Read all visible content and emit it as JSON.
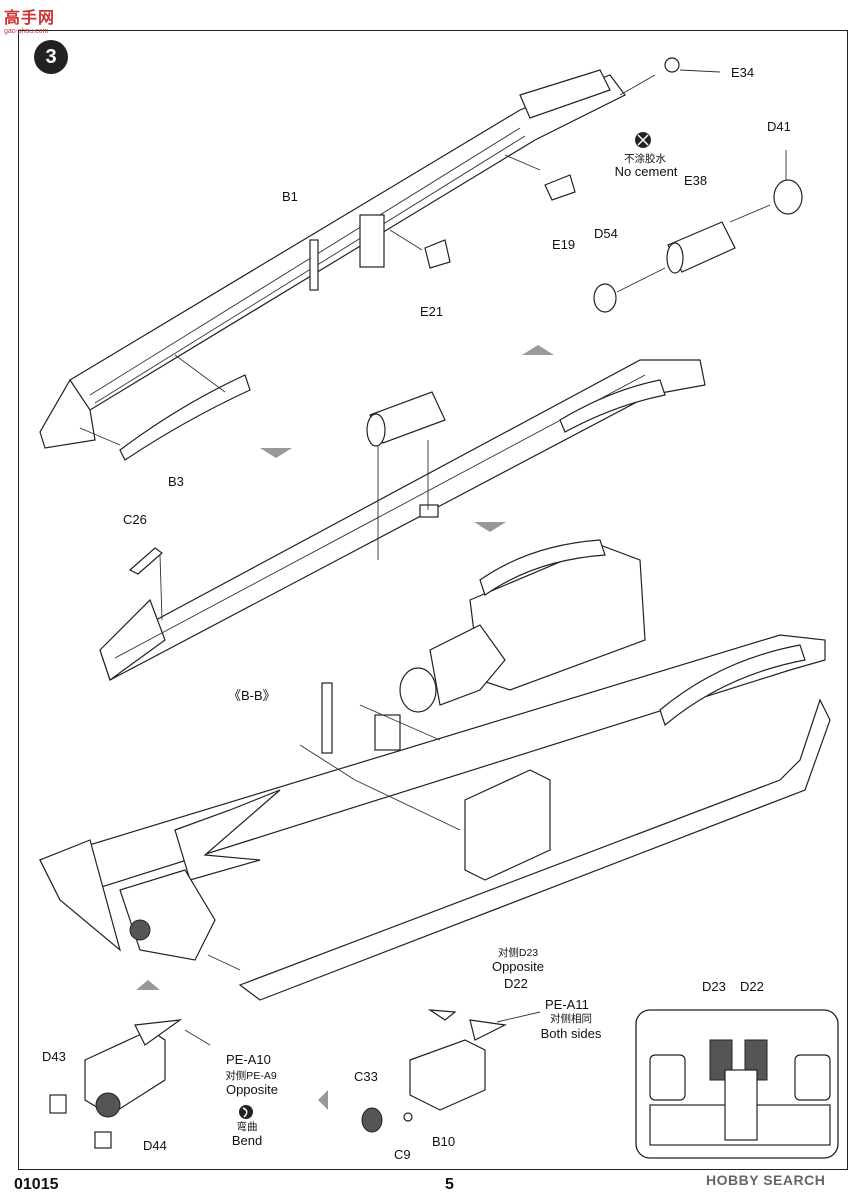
{
  "header": {
    "watermark_cn": "高手网",
    "watermark_url": "gao-shou.com",
    "step_number": "3"
  },
  "parts": {
    "e34": "E34",
    "d41": "D41",
    "no_cement_cn": "不涂胶水",
    "no_cement_en": "No cement",
    "e38": "E38",
    "d54": "D54",
    "e19": "E19",
    "b1": "B1",
    "e21": "E21",
    "b3": "B3",
    "c26": "C26",
    "bb": "《B-B》",
    "d23_opp_cn": "对侧D23",
    "d23_opp_en": "Opposite",
    "d22": "D22",
    "pea11": "PE-A11",
    "pea11_cn": "对侧相同",
    "pea11_en": "Both sides",
    "d43": "D43",
    "pea10": "PE-A10",
    "pea9_cn": "对侧PE-A9",
    "pea9_en": "Opposite",
    "bend_cn": "弯曲",
    "bend_en": "Bend",
    "d44": "D44",
    "c33": "C33",
    "c9": "C9",
    "b10": "B10",
    "inset_d23": "D23",
    "inset_d22": "D22"
  },
  "footer": {
    "code": "01015",
    "page": "5",
    "brand": "HOBBY SEARCH"
  }
}
